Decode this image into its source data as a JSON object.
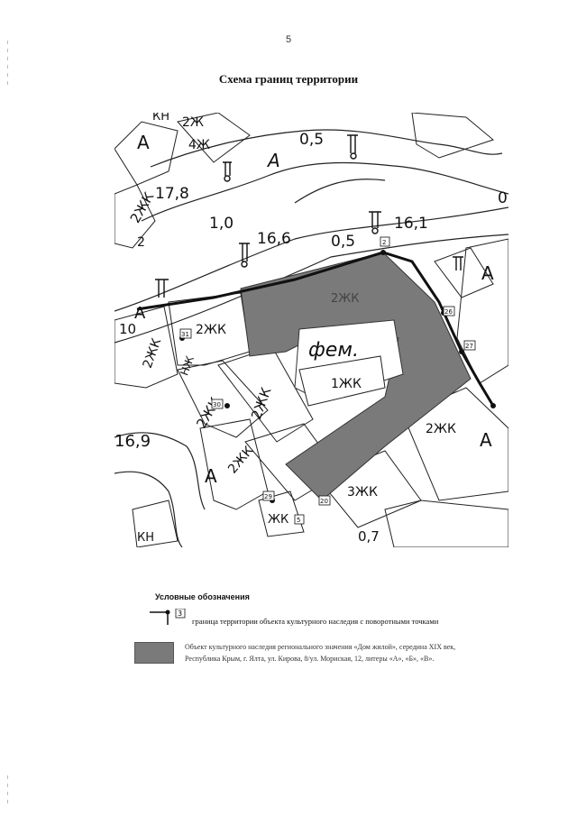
{
  "page": {
    "number": "5"
  },
  "title": "Схема границ территории",
  "map": {
    "labels": {
      "kn_top": "КН",
      "a_top_left": "А",
      "zh_2_top": "2Ж",
      "zh_4_top": "4Ж",
      "h_17_8": "17,8",
      "h_0_5_top": "0,5",
      "a_road": "А",
      "zhk_2_left": "2ЖК",
      "num_2_left": "2",
      "h_1_0": "1,0",
      "h_16_6": "16,6",
      "h_0_5_mid": "0,5",
      "h_16_1": "16,1",
      "h_0_right": "0",
      "a_right": "А",
      "a_left_mid": "А",
      "zhk_2_center": "2ЖК",
      "zhk_2_shade": "2ЖК",
      "num_10": "10",
      "zhk_2_west": "2ЖК",
      "nzh": "НЖ",
      "fem": "фем.",
      "zhk_1": "1ЖК",
      "zhk_2_a": "2ЖК",
      "zhk_2_b": "2ЖК",
      "h_16_9": "16,9",
      "zhk_2_c": "2ЖК",
      "zhk_2_east": "2ЖК",
      "a_east": "А",
      "zhk_3": "3ЖК",
      "a_bottom": "А",
      "zhk_bottom": "ЖК",
      "kn_bottom": "КН",
      "h_0_7": "0,7"
    },
    "points": [
      "2",
      "26",
      "27",
      "31",
      "30",
      "29",
      "20",
      "5"
    ]
  },
  "legend": {
    "title": "Условные обозначения",
    "boundary_marker": "3",
    "boundary_text": "граница территории объекта культурного наследия с поворотными точками",
    "object_text": "Объект культурного наследия регионального значения «Дом жилой», середина XIX век, Республика Крым, г. Ялта, ул. Кирова, 8/ул. Мориская, 12, литеры «А», «Б», «В»."
  },
  "colors": {
    "object_fill": "#7a7a7a",
    "boundary": "#111111"
  }
}
